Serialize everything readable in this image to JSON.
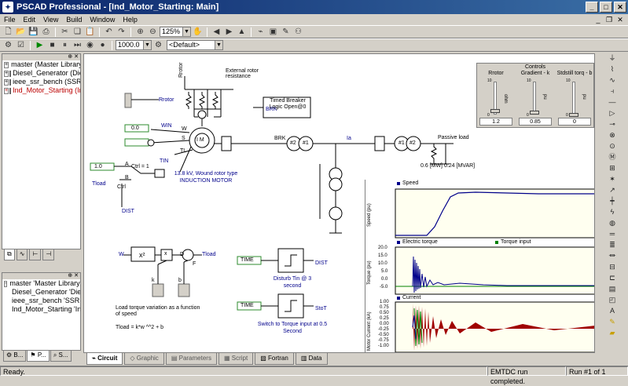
{
  "window": {
    "title": "PSCAD Professional - [Ind_Motor_Starting: Main]",
    "app_icon": "pscad-icon"
  },
  "menu": [
    "File",
    "Edit",
    "View",
    "Build",
    "Window",
    "Help"
  ],
  "toolbar": {
    "zoom": "125%",
    "run_duration": "1000.0",
    "profile": "<Default>"
  },
  "workspace": {
    "projects": [
      {
        "label": "master (Master Library)",
        "icon": "library-icon"
      },
      {
        "label": "Diesel_Generator (Dies",
        "icon": "project-icon"
      },
      {
        "label": "ieee_ssr_bench (SSR M",
        "icon": "project-icon"
      },
      {
        "label": "Ind_Motor_Starting (Ind",
        "icon": "project-icon",
        "active": true
      }
    ],
    "runtime": [
      "master 'Master Library'",
      "Diesel_Generator 'Dies",
      "ieee_ssr_bench 'SSR M",
      "Ind_Motor_Starting 'Indi"
    ],
    "tabs_bottom": [
      "B...",
      "P...",
      "S..."
    ]
  },
  "circuit": {
    "labels": {
      "rrotor_top": "Rrotor",
      "rrotor": "Rrotor",
      "ext_rotor": "External rotor resistance",
      "brk_label": "BRK",
      "breaker": "Timed Breaker Logic Open@0",
      "w_in": "0.0",
      "win": "WIN",
      "w_port": "W",
      "s_port": "S",
      "tl_port": "TL",
      "im": "I M",
      "tin": "TIN",
      "ctrl_val": "1.0",
      "ctrl": "Ctrl = 1",
      "ctrl_a": "A",
      "ctrl_b": "B",
      "ctrl_port": "Ctrl",
      "tload": "Tload",
      "dist": "DIST",
      "motor_desc": "13.8 kV, Wound rotor type INDUCTION MOTOR",
      "brk_bus": "BRK",
      "ia": "Ia",
      "t1": "#2",
      "t2": "#1",
      "t3": "#1",
      "t4": "#2",
      "passive": "Passive load",
      "load_val": "0.6 [MW]   0.24 [MVAR]",
      "w_func": "W",
      "x2": "x²",
      "mult": "x",
      "tload_out": "Tload",
      "k": "k",
      "b": "b",
      "d_port": "D",
      "f_port": "F",
      "load_torque": "Load torque variation as a function of speed",
      "formula": "Tload = k*w ^^2 + b",
      "time1": "TIME",
      "time2": "TIME",
      "dist_out": "DIST",
      "stot_out": "StoT",
      "disturb": "Disturb Tin @ 3 second",
      "switch": "Switch to Torque input at 0.5 Second"
    }
  },
  "controls": {
    "title": "Controls",
    "sliders": [
      {
        "name": "Rrotor",
        "unit": "ohm",
        "value": "1.2",
        "max": "10",
        "min": "0",
        "level": 0.12
      },
      {
        "name": "Gradient - k",
        "unit": "pu",
        "value": "0.85",
        "max": "10",
        "min": "0",
        "level": 0.085
      },
      {
        "name": "Stdstill torq - b",
        "unit": "pu",
        "value": "0",
        "max": "10",
        "min": "0",
        "level": 0.0
      }
    ]
  },
  "plots": [
    {
      "title": "Speed",
      "ylabel": "Speed (pu)",
      "ticks": [],
      "legend": [
        "Speed"
      ]
    },
    {
      "title": "Electric torque",
      "ylabel": "Torque (pu)",
      "ticks": [
        "20.0",
        "15.0",
        "10.0",
        "5.0",
        "0.0",
        "-5.0"
      ],
      "legend": [
        "Electric torque",
        "Torque input"
      ]
    },
    {
      "title": "Current",
      "ylabel": "Motor Current (kA)",
      "ticks": [
        "1.00",
        "0.75",
        "0.50",
        "0.25",
        "0.00",
        "-0.25",
        "-0.50",
        "-0.75",
        "-1.00"
      ],
      "legend": [
        "Current"
      ]
    }
  ],
  "bottom_tabs": [
    {
      "label": "Circuit",
      "selected": true,
      "enabled": true
    },
    {
      "label": "Graphic",
      "enabled": false
    },
    {
      "label": "Parameters",
      "enabled": false
    },
    {
      "label": "Script",
      "enabled": false
    },
    {
      "label": "Fortran",
      "enabled": true
    },
    {
      "label": "Data",
      "enabled": true
    }
  ],
  "status": {
    "left": "Ready.",
    "middle": "EMTDC run completed.",
    "right": "Run #1 of 1"
  }
}
